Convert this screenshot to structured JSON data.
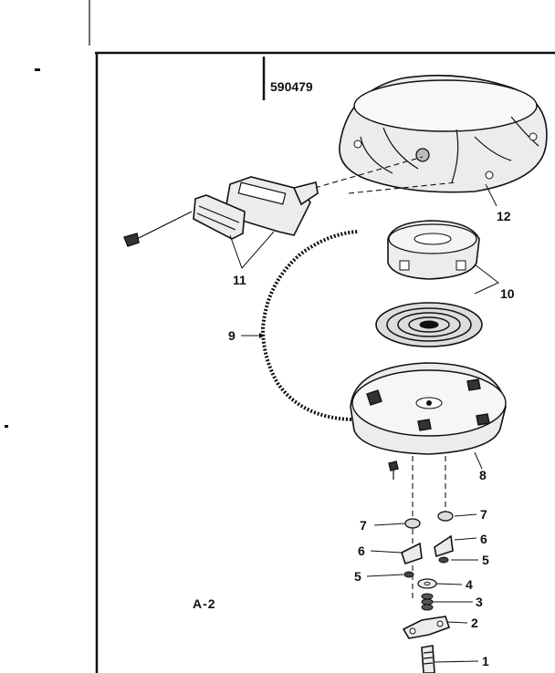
{
  "model_number": "590479",
  "figure_label": "A-2",
  "callouts": {
    "c1": "1",
    "c2": "2",
    "c3": "3",
    "c4": "4",
    "c5_right": "5",
    "c5_left": "5",
    "c6_right": "6",
    "c6_left": "6",
    "c7_right": "7",
    "c7_left": "7",
    "c8": "8",
    "c9": "9",
    "c10": "10",
    "c11": "11",
    "c12": "12"
  }
}
